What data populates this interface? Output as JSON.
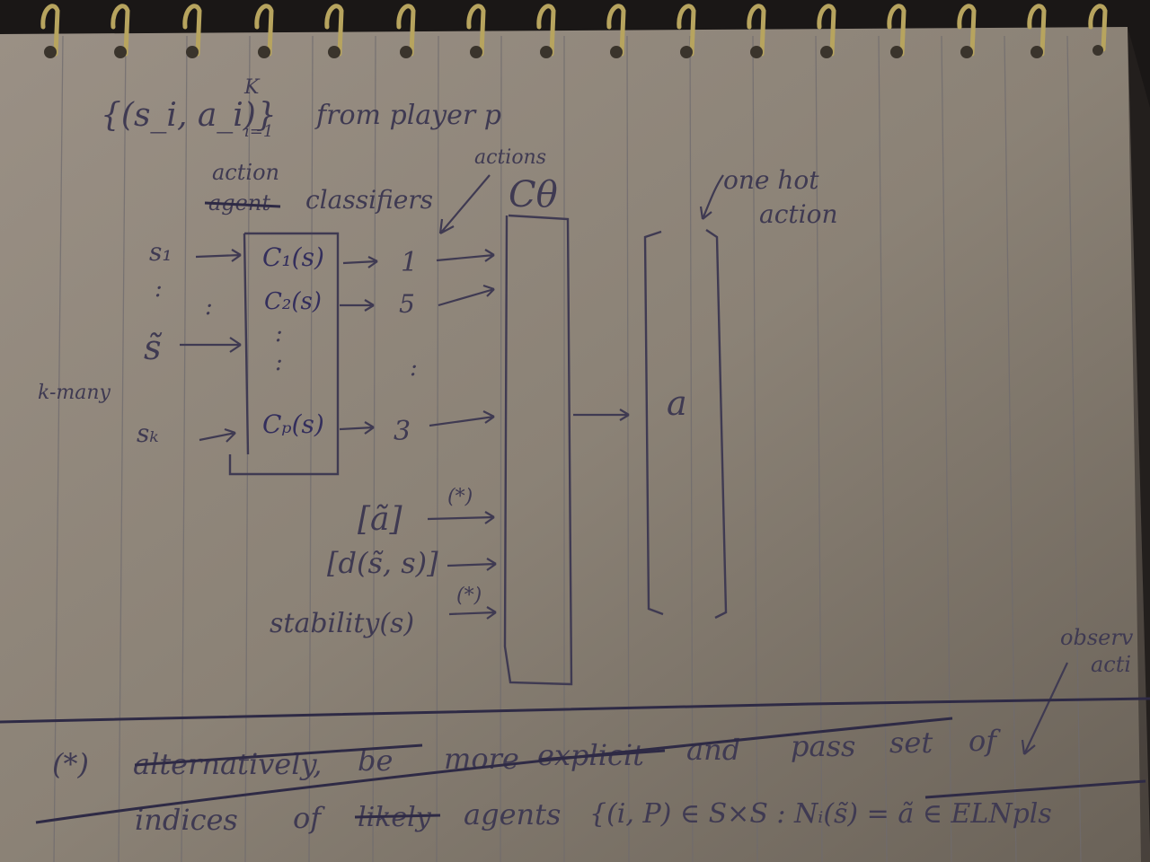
{
  "header": {
    "dataset": "{(s_i, a_i)}",
    "dataset_upper": "K",
    "dataset_lower": "i=1",
    "source": "from player p"
  },
  "labels": {
    "action_classifiers": "classifiers",
    "action_word": "action",
    "struck_agent": "agent",
    "actions": "actions",
    "classifier": "Cθ",
    "one_hot_line1": "one hot",
    "one_hot_line2": "action",
    "k_many": "k-many",
    "output_a": "a",
    "observed_line1": "observ",
    "observed_line2": "acti"
  },
  "inputs": {
    "s1": "s₁",
    "s_tilde": "s̃",
    "sK": "sₖ",
    "dots": ":"
  },
  "classifiers": [
    {
      "name": "C₁(s)",
      "output": "1"
    },
    {
      "name": "C₂(s)",
      "output": "5"
    },
    {
      "name": "Cₚ(s)",
      "output": "3"
    }
  ],
  "extra_inputs": {
    "a_tilde": "[ã]",
    "a_tilde_mark": "(*)",
    "d_term": "[d(s̃, s)]",
    "stability": "stability(s)",
    "stability_mark": "(*)"
  },
  "footnote": {
    "line1_parts": [
      "(*)",
      "alternatively,",
      "be",
      "more",
      "explicit",
      "and",
      "pass",
      "set",
      "of"
    ],
    "line2_parts": [
      "indices",
      "of",
      "likely",
      "agents",
      "{(i, P) ∈ S×S : Nᵢ(s̃) = ã ∈ ELNpls"
    ]
  },
  "colors": {
    "paper": "#8e8478",
    "paper_shadow": "#5b544c",
    "rule_lines": "#6d6a70",
    "ink": "#3f3a52",
    "ink_dark": "#2e2a45",
    "spiral": "#b7a45e",
    "background": "#1a1716"
  }
}
